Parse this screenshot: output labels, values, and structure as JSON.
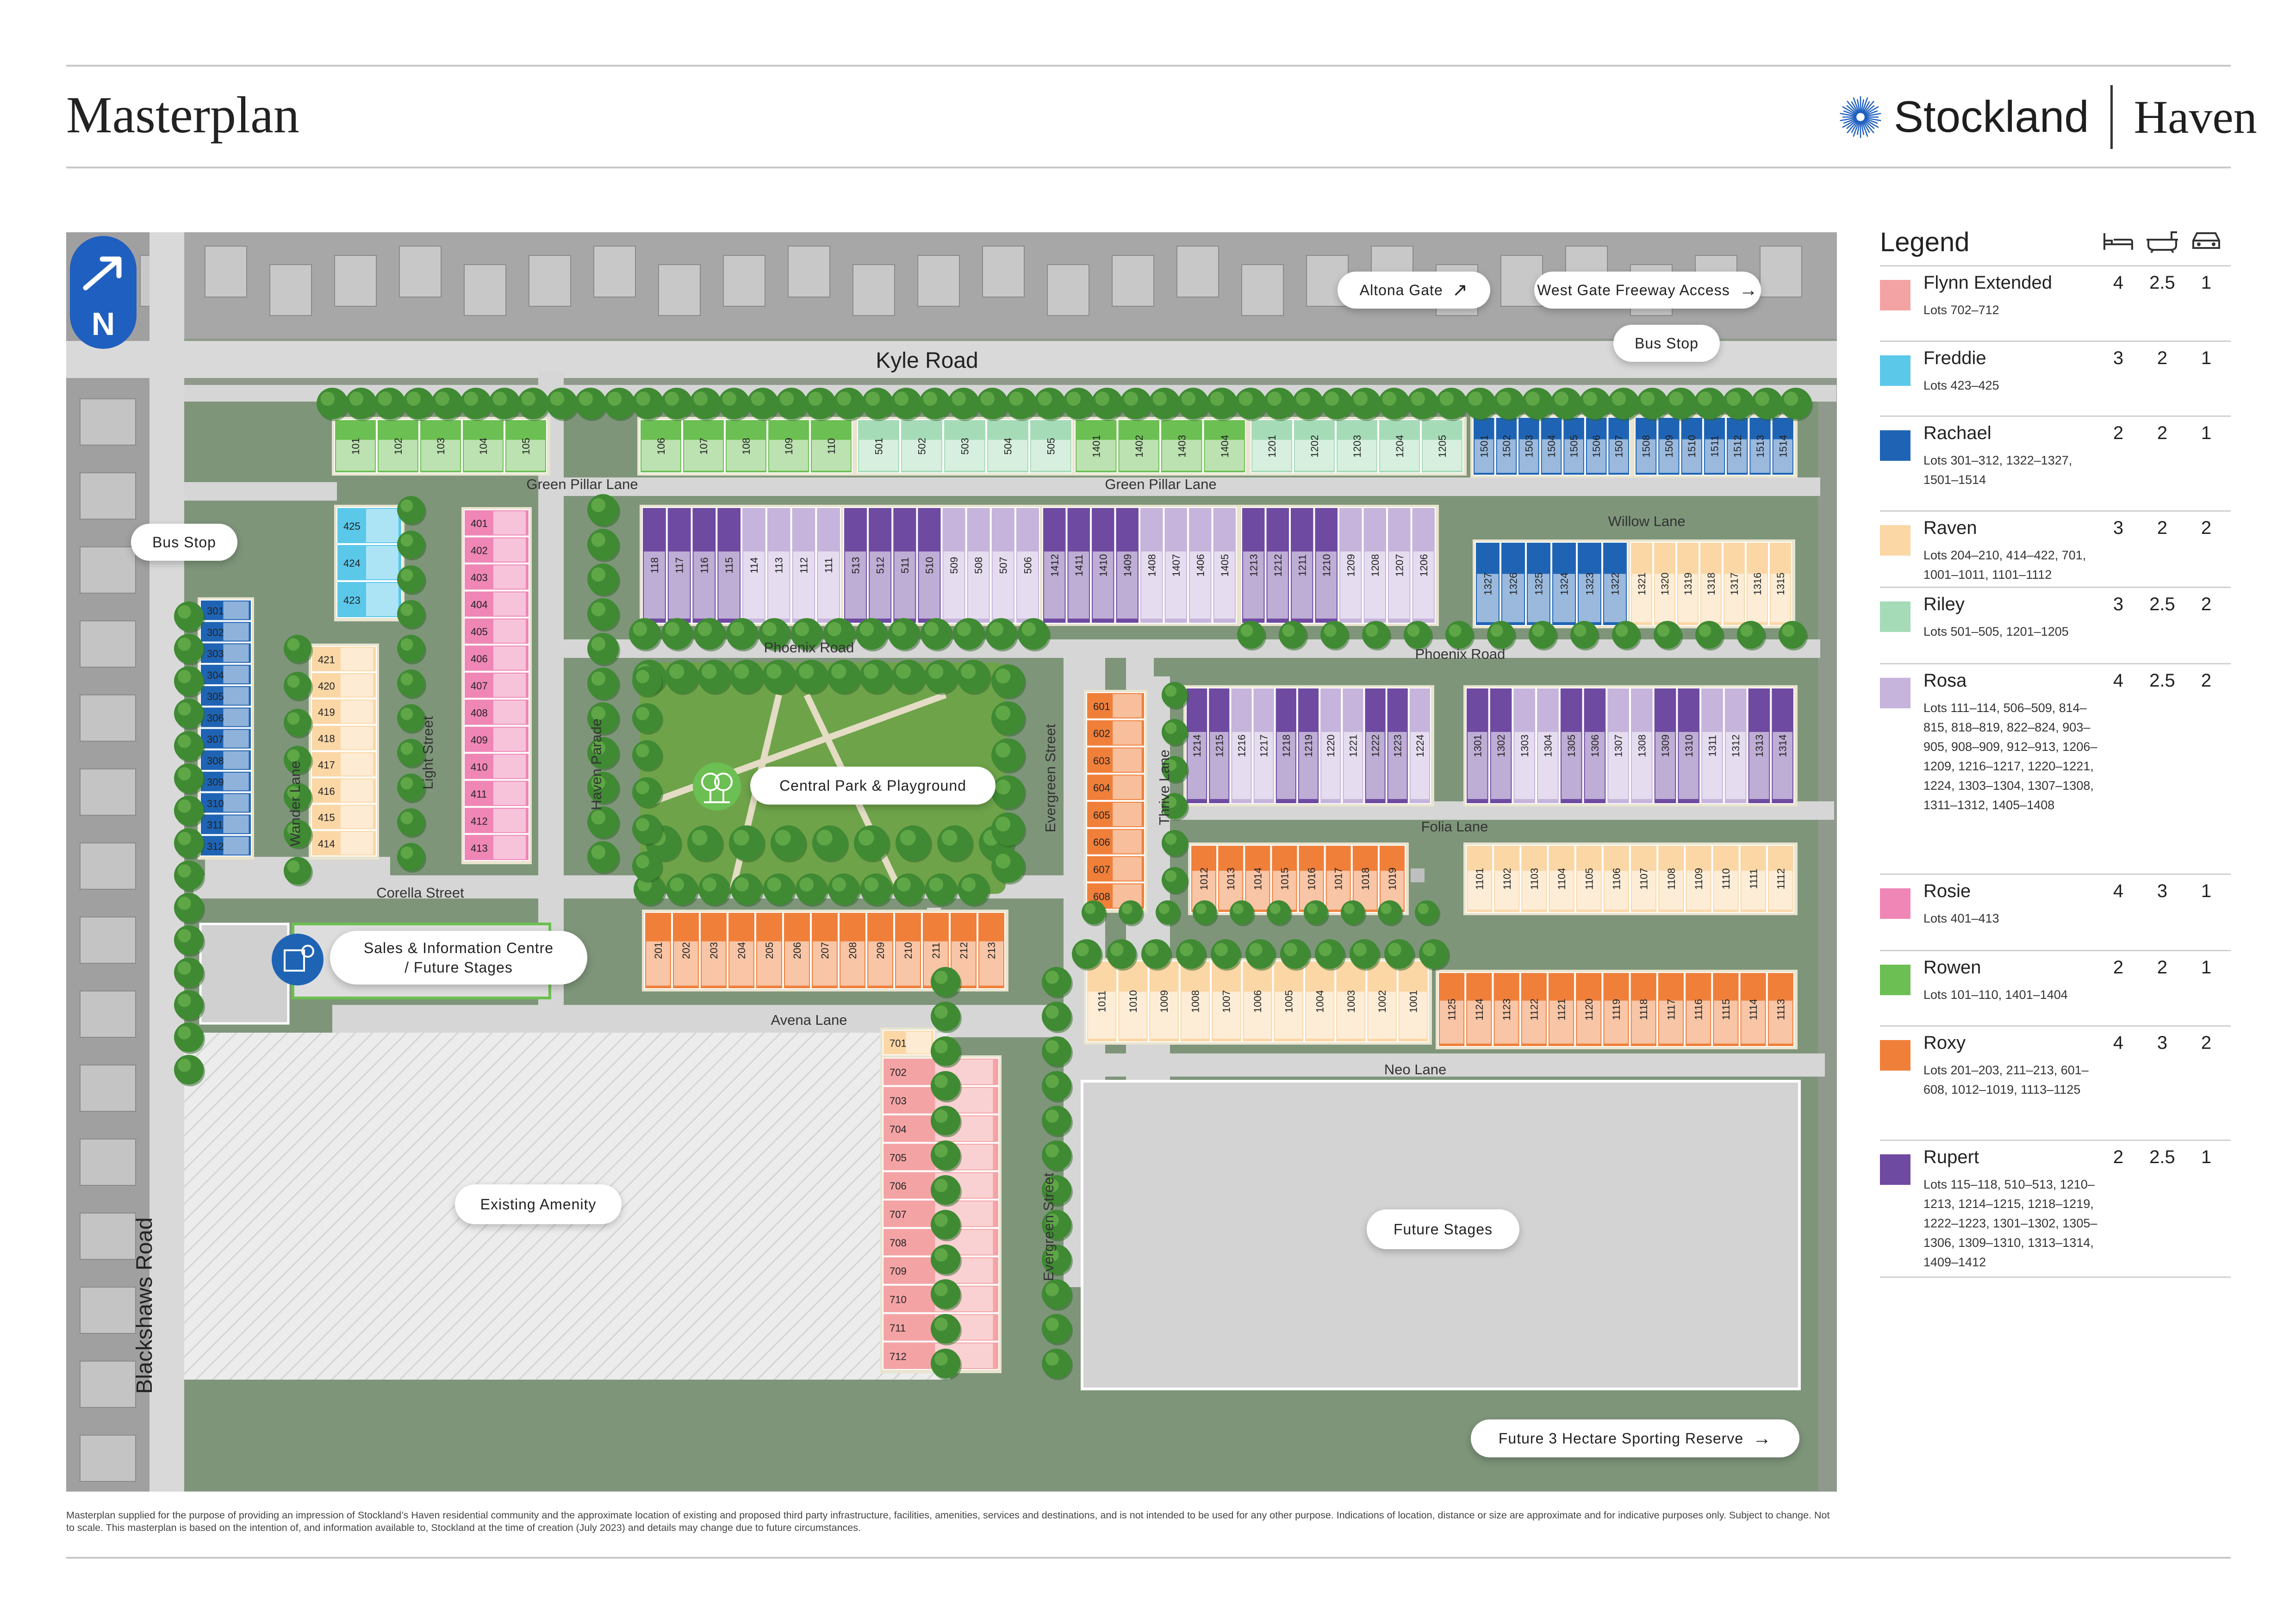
{
  "header": {
    "title": "Masterplan",
    "brand": "Stockland",
    "project": "Haven"
  },
  "map": {
    "roads": {
      "kyle": "Kyle Road",
      "blackshaws": "Blackshaws Road"
    },
    "streets": {
      "green_pillar": "Green Pillar Lane",
      "willow": "Willow Lane",
      "phoenix": "Phoenix Road",
      "wander": "Wander Lane",
      "light": "Light Street",
      "haven_parade": "Haven Parade",
      "corella": "Corella Street",
      "evergreen": "Evergreen Street",
      "thrive": "Thrive Lane",
      "folia": "Folia Lane",
      "avena": "Avena Lane",
      "neo": "Neo Lane"
    },
    "north_label": "N",
    "callouts": {
      "altona_gate": "Altona Gate",
      "west_gate": "West Gate Freeway Access",
      "bus_stop_north": "Bus Stop",
      "bus_stop_west": "Bus Stop",
      "central_park": "Central Park & Playground",
      "sales_line1": "Sales & Information Centre",
      "sales_line2": "/ Future Stages",
      "existing_amenity": "Existing Amenity",
      "future_stages": "Future Stages",
      "sporting_reserve": "Future 3 Hectare Sporting Reserve"
    },
    "colors": {
      "flynn_extended": "#f4a3a5",
      "freddie": "#5bc8ea",
      "rachael": "#1f64b4",
      "raven": "#fbd7a6",
      "riley": "#a6dbb8",
      "rosa": "#c6b4dc",
      "rosie": "#ef86b6",
      "rowen": "#6cbf52",
      "roxy": "#f07f3a",
      "rupert": "#6f4aa1",
      "park": "#74a84a",
      "road": "#dcdcdc",
      "tree": "#3f8a33",
      "surround": "#9a9a9a",
      "brand_blue": "#1f5fbf"
    },
    "blocks": [
      {
        "type": "rowen",
        "cols": [
          "101",
          "102",
          "103",
          "104",
          "105"
        ]
      },
      {
        "type": "rowen",
        "cols": [
          "106",
          "107",
          "108",
          "109",
          "110"
        ]
      },
      {
        "type": "riley",
        "cols": [
          "501",
          "502",
          "503",
          "504",
          "505"
        ]
      },
      {
        "type": "rowen",
        "cols": [
          "1401",
          "1402",
          "1403",
          "1404"
        ]
      },
      {
        "type": "riley",
        "cols": [
          "1201",
          "1202",
          "1203",
          "1204",
          "1205"
        ]
      },
      {
        "type": "rachael",
        "cols": [
          "1501",
          "1502",
          "1503",
          "1504",
          "1505",
          "1506",
          "1507"
        ]
      },
      {
        "type": "rachael",
        "cols": [
          "1508",
          "1509",
          "1510",
          "1511",
          "1512",
          "1513",
          "1514"
        ]
      },
      {
        "type": "rosa",
        "cols": [
          "118",
          "117",
          "116",
          "115",
          "114",
          "113",
          "112",
          "111"
        ]
      },
      {
        "type": "rosa",
        "cols": [
          "513",
          "512",
          "511",
          "510",
          "509",
          "508",
          "507",
          "506"
        ]
      },
      {
        "type": "rosa",
        "cols": [
          "1412",
          "1411",
          "1410",
          "1409",
          "1408",
          "1407",
          "1406",
          "1405"
        ]
      },
      {
        "type": "rosa",
        "cols": [
          "1213",
          "1212",
          "1211",
          "1210",
          "1209",
          "1208",
          "1207",
          "1206"
        ]
      },
      {
        "type": "rachael",
        "cols": [
          "1327",
          "1326",
          "1325",
          "1324",
          "1323",
          "1322"
        ]
      },
      {
        "type": "raven",
        "cols": [
          "1321",
          "1320",
          "1319",
          "1318",
          "1317",
          "1316",
          "1315"
        ]
      },
      {
        "type": "rachael",
        "rows": [
          "301",
          "302",
          "303",
          "304",
          "305",
          "306",
          "307",
          "308",
          "309",
          "310",
          "311",
          "312"
        ]
      },
      {
        "type": "freddie",
        "rows": [
          "425",
          "424",
          "423"
        ]
      },
      {
        "type": "raven",
        "rows": [
          "421",
          "420",
          "419",
          "418",
          "417",
          "416",
          "415",
          "414"
        ]
      },
      {
        "type": "rosie",
        "rows": [
          "401",
          "402",
          "403",
          "404",
          "405",
          "406",
          "407",
          "408",
          "409",
          "410",
          "411",
          "412",
          "413"
        ]
      },
      {
        "type": "roxy",
        "rows": [
          "601",
          "602",
          "603",
          "604",
          "605",
          "606",
          "607",
          "608"
        ]
      },
      {
        "type": "rosa",
        "cols": [
          "1214",
          "1215",
          "1216",
          "1217",
          "1218",
          "1219",
          "1220",
          "1221",
          "1222",
          "1223",
          "1224"
        ]
      },
      {
        "type": "rosa",
        "cols": [
          "1301",
          "1302",
          "1303",
          "1304",
          "1305",
          "1306",
          "1307",
          "1308",
          "1309",
          "1310",
          "1311",
          "1312",
          "1313",
          "1314"
        ]
      },
      {
        "type": "roxy",
        "cols": [
          "1012",
          "1013",
          "1014",
          "1015",
          "1016",
          "1017",
          "1018",
          "1019"
        ]
      },
      {
        "type": "raven",
        "cols": [
          "1101",
          "1102",
          "1103",
          "1104",
          "1105",
          "1106",
          "1107",
          "1108",
          "1109",
          "1110",
          "1111",
          "1112"
        ]
      },
      {
        "type": "roxy",
        "cols": [
          "201",
          "202",
          "203",
          "204",
          "205",
          "206",
          "207",
          "208",
          "209",
          "210",
          "211",
          "212",
          "213"
        ]
      },
      {
        "type": "raven",
        "cols": [
          "1011",
          "1010",
          "1009",
          "1008",
          "1007",
          "1006",
          "1005",
          "1004",
          "1003",
          "1002",
          "1001"
        ]
      },
      {
        "type": "roxy",
        "cols": [
          "1125",
          "1124",
          "1123",
          "1122",
          "1121",
          "1120",
          "1119",
          "1118",
          "1117",
          "1116",
          "1115",
          "1114",
          "1113"
        ]
      },
      {
        "type": "raven",
        "rows": [
          "701"
        ]
      },
      {
        "type": "flynn_extended",
        "rows": [
          "702",
          "703",
          "704",
          "705",
          "706",
          "707",
          "708",
          "709",
          "710",
          "711",
          "712"
        ]
      }
    ]
  },
  "legend": {
    "title": "Legend",
    "icons": [
      "bed-icon",
      "bath-icon",
      "car-icon"
    ],
    "items": [
      {
        "key": "flynn_extended",
        "name": "Flynn Extended",
        "lots": "Lots 702–712",
        "bed": "4",
        "bath": "2.5",
        "car": "1"
      },
      {
        "key": "freddie",
        "name": "Freddie",
        "lots": "Lots 423–425",
        "bed": "3",
        "bath": "2",
        "car": "1"
      },
      {
        "key": "rachael",
        "name": "Rachael",
        "lots": "Lots 301–312, 1322–1327, 1501–1514",
        "bed": "2",
        "bath": "2",
        "car": "1"
      },
      {
        "key": "raven",
        "name": "Raven",
        "lots": "Lots 204–210, 414–422, 701, 1001–1011, 1101–1112",
        "bed": "3",
        "bath": "2",
        "car": "2"
      },
      {
        "key": "riley",
        "name": "Riley",
        "lots": "Lots 501–505, 1201–1205",
        "bed": "3",
        "bath": "2.5",
        "car": "2"
      },
      {
        "key": "rosa",
        "name": "Rosa",
        "lots": "Lots 111–114, 506–509, 814–815, 818–819, 822–824, 903–905, 908–909, 912–913, 1206–1209, 1216–1217, 1220–1221, 1224, 1303–1304, 1307–1308, 1311–1312, 1405–1408",
        "bed": "4",
        "bath": "2.5",
        "car": "2"
      },
      {
        "key": "rosie",
        "name": "Rosie",
        "lots": "Lots 401–413",
        "bed": "4",
        "bath": "3",
        "car": "1"
      },
      {
        "key": "rowen",
        "name": "Rowen",
        "lots": "Lots 101–110, 1401–1404",
        "bed": "2",
        "bath": "2",
        "car": "1"
      },
      {
        "key": "roxy",
        "name": "Roxy",
        "lots": "Lots 201–203, 211–213, 601–608, 1012–1019, 1113–1125",
        "bed": "4",
        "bath": "3",
        "car": "2"
      },
      {
        "key": "rupert",
        "name": "Rupert",
        "lots": "Lots 115–118, 510–513, 1210–1213, 1214–1215, 1218–1219, 1222–1223, 1301–1302, 1305–1306, 1309–1310, 1313–1314, 1409–1412",
        "bed": "2",
        "bath": "2.5",
        "car": "1"
      }
    ]
  },
  "disclaimer": "Masterplan supplied for the purpose of providing an impression of Stockland’s Haven residential community and the approximate location of existing and proposed third party infrastructure, facilities, amenities, services and destinations, and is not intended to be used for any other purpose. Indications of location, distance or size are approximate and for indicative purposes only. Subject to change. Not to scale. This masterplan is based on the intention of, and information available to, Stockland at the time of creation (July 2023) and details may change due to future circumstances."
}
